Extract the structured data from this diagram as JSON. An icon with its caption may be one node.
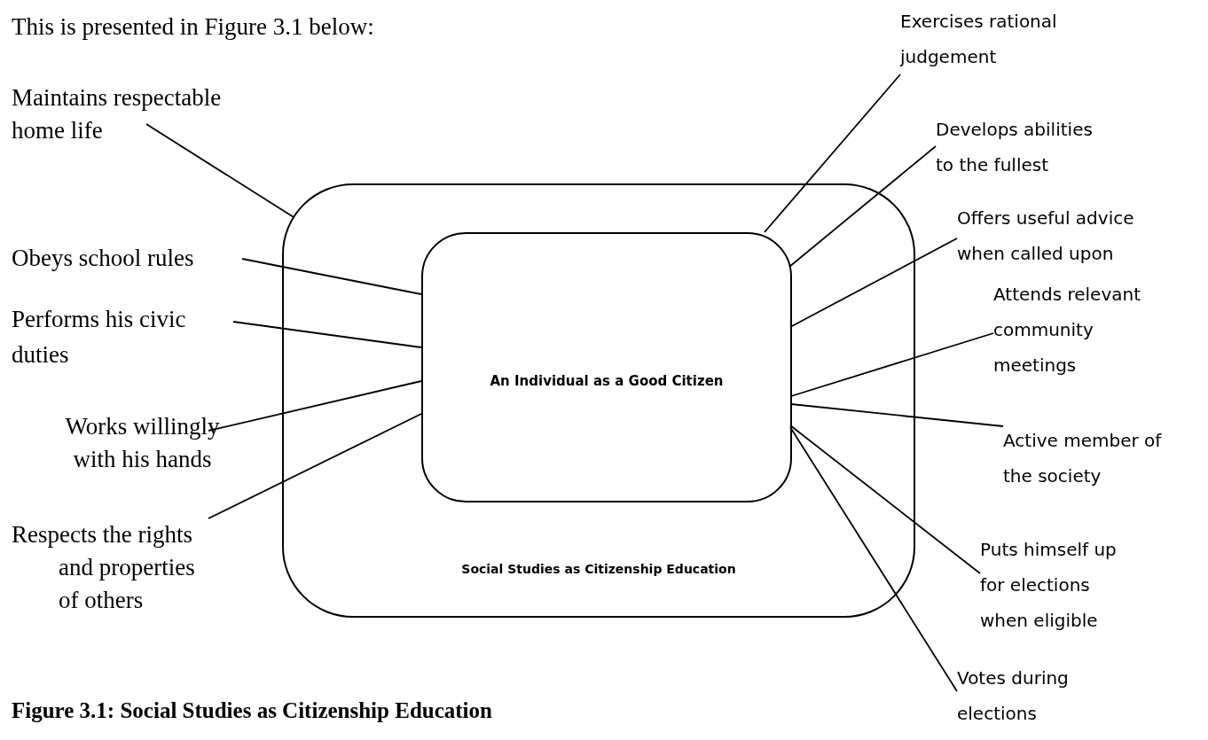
{
  "diagram": {
    "caption": "Figure 3.1: Social Studies as Citizenship Education",
    "nodes": [
      {
        "text": [
          "Social Studies as Citizenship Education"
        ]
      },
      {
        "text": [
          "An Individual as a Good Citizen"
        ],
        "in": 0
      },
      {
        "text": [
          "Maintains respectable home life"
        ]
      },
      {
        "text": [
          "Obeys school rules"
        ]
      },
      {
        "text": [
          "Performs his civic duties"
        ]
      },
      {
        "text": [
          "Works willingly with his hands"
        ]
      },
      {
        "text": [
          "Respects the  rights and properties of others"
        ]
      },
      {
        "text": [
          "Exercises rational judgement"
        ]
      },
      {
        "text": [
          "Develops abilities to the fullest"
        ]
      },
      {
        "text": [
          "Offers useful advice when called upon"
        ]
      },
      {
        "text": [
          "Attends relevant community meetings"
        ]
      },
      {
        "text": [
          "Active member of the society"
        ]
      },
      {
        "text": [
          "Puts himself up for elections when eligible"
        ]
      },
      {
        "text": [
          "Votes during elections"
        ]
      }
    ],
    "edges": [
      {
        "from": 2,
        "to": 0,
        "arrow": "none"
      },
      {
        "from": 3,
        "to": 1,
        "arrow": "none"
      },
      {
        "from": 4,
        "to": 1,
        "arrow": "none"
      },
      {
        "from": 5,
        "to": 1,
        "arrow": "none"
      },
      {
        "from": 6,
        "to": 1,
        "arrow": "none"
      },
      {
        "from": 7,
        "to": 1,
        "arrow": "none"
      },
      {
        "from": 8,
        "to": 1,
        "arrow": "none"
      },
      {
        "from": 9,
        "to": 1,
        "arrow": "none"
      },
      {
        "from": 10,
        "to": 1,
        "arrow": "none"
      },
      {
        "from": 11,
        "to": 1,
        "arrow": "none"
      },
      {
        "from": 12,
        "to": 1,
        "arrow": "none"
      },
      {
        "from": 13,
        "to": 1,
        "arrow": "none"
      }
    ],
    "labels": [
      "This is presented in Figure 3.1 below:"
    ]
  }
}
